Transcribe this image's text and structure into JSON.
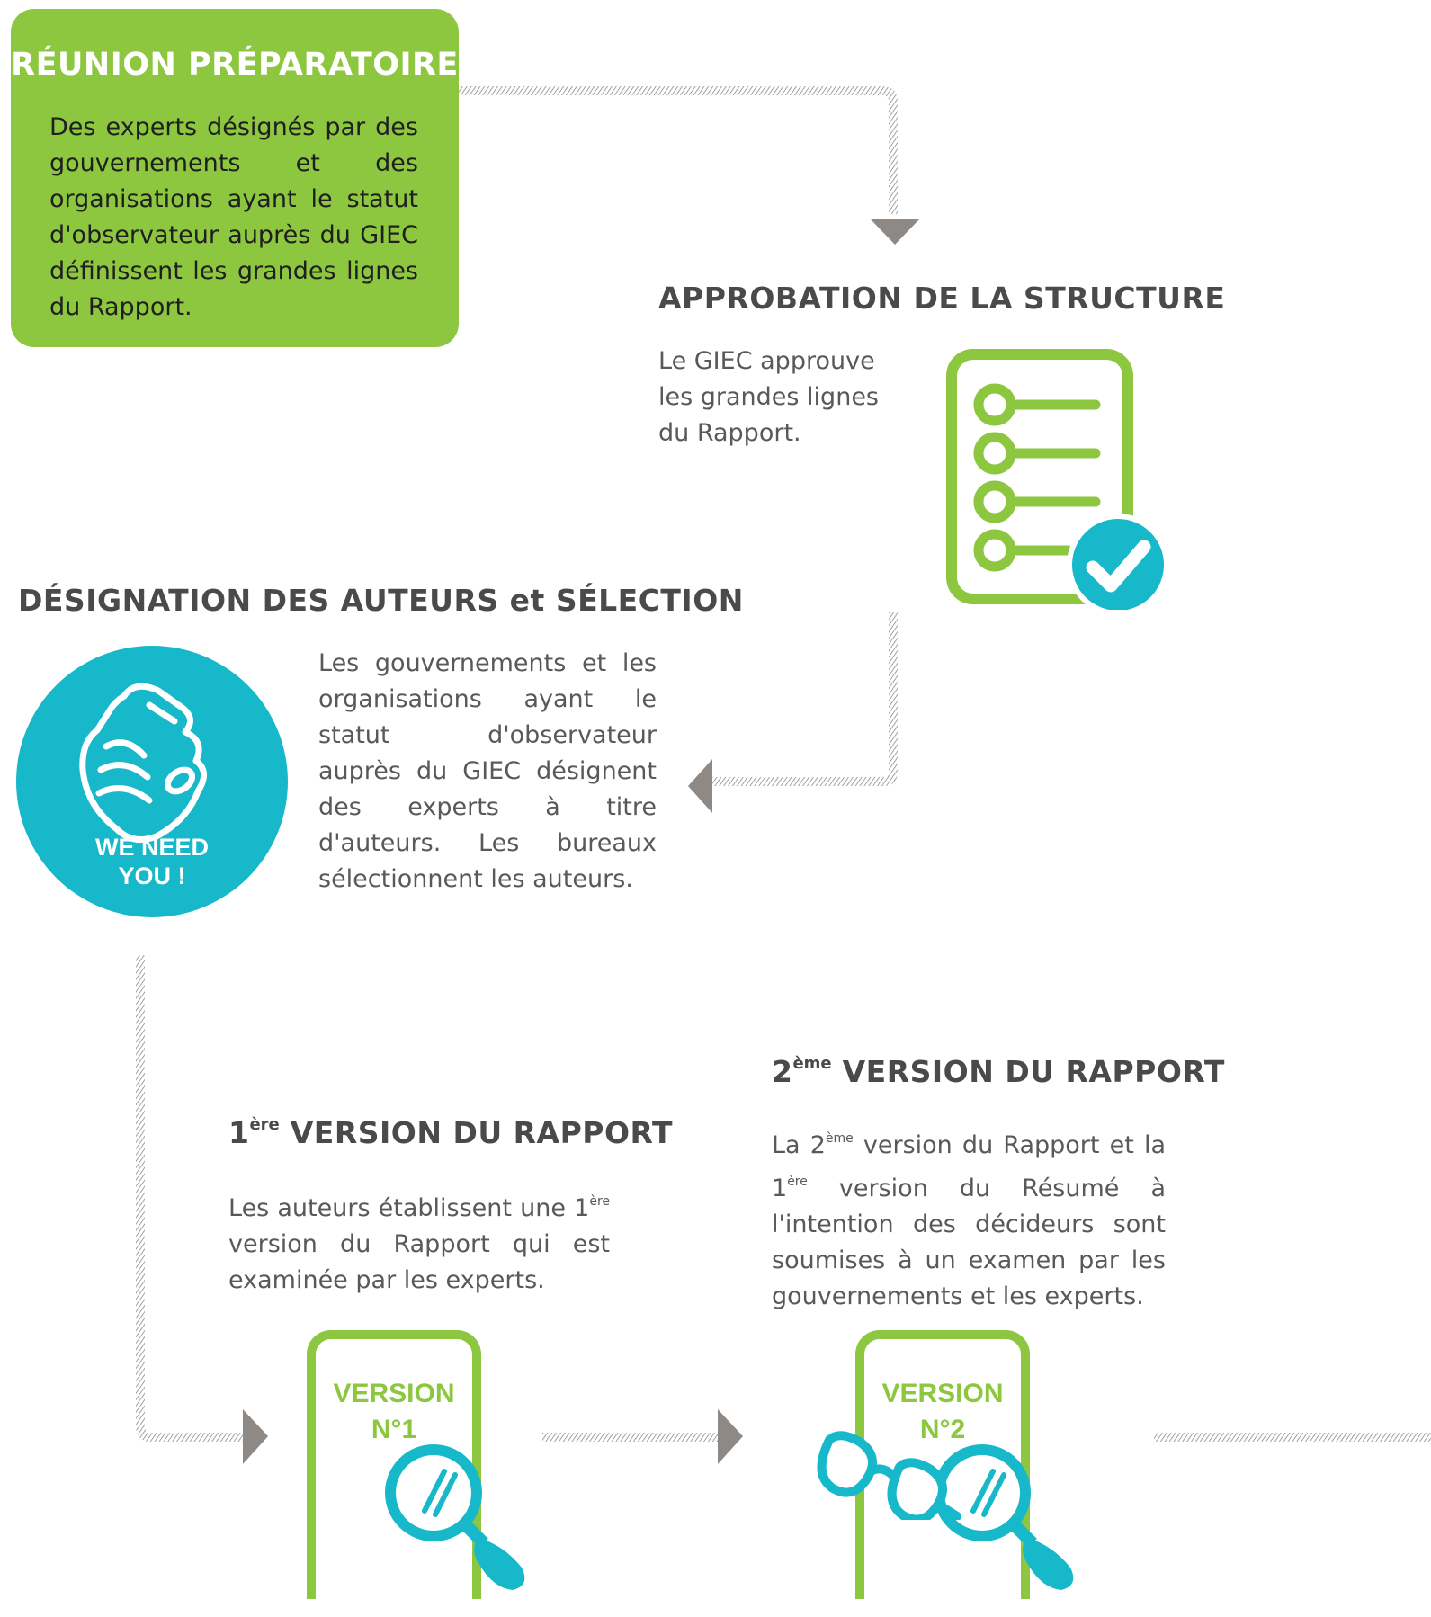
{
  "steps": {
    "preparatory": {
      "title": "RÉUNION PRÉPARATOIRE",
      "text": "Des experts désignés par des gouvernements et des organisations ayant le statut d'observateur auprès du GIEC définissent les grandes lignes du Rapport."
    },
    "approval": {
      "title": "APPROBATION DE LA STRUCTURE",
      "text": "Le GIEC approuve les grandes lignes du Rapport."
    },
    "designation": {
      "title_part1": "DÉSIGNATION DES AUTEURS",
      "title_connector": "et",
      "title_part2": "SÉLECTION",
      "text": "Les gouvernements et les organisations ayant le statut d'observateur auprès du GIEC désignent des experts à titre d'auteurs. Les bureaux sélectionnent les auteurs.",
      "badge_line1": "WE NEED",
      "badge_line2": "YOU !"
    },
    "first_version": {
      "title_num": "1",
      "title_sup": "ère",
      "title_rest": "VERSION DU RAPPORT",
      "text_part1": "Les auteurs établissent une",
      "text_num": "1",
      "text_sup": "ère",
      "text_part2": "version du Rapport qui est examinée par les experts.",
      "doc_label_line1": "VERSION",
      "doc_label_line2": "N°1"
    },
    "second_version": {
      "title_num": "2",
      "title_sup": "ème",
      "title_rest": "VERSION DU RAPPORT",
      "text_a": "La 2",
      "text_a_sup": "ème",
      "text_b": " version du Rapport et la 1",
      "text_b_sup": "ère",
      "text_c": " version du Résumé à l'intention des décideurs sont soumises à un examen par les gouvernements et les experts.",
      "doc_label_line1": "VERSION",
      "doc_label_line2": "N°2"
    }
  },
  "colors": {
    "green": "#8dc63f",
    "teal": "#17b8c9",
    "arrow_gray": "#8f8985",
    "text": "#58595b"
  },
  "icons": [
    "checklist-document-icon",
    "check-mark-icon",
    "pointing-hand-icon",
    "magnifier-icon",
    "glasses-icon"
  ]
}
